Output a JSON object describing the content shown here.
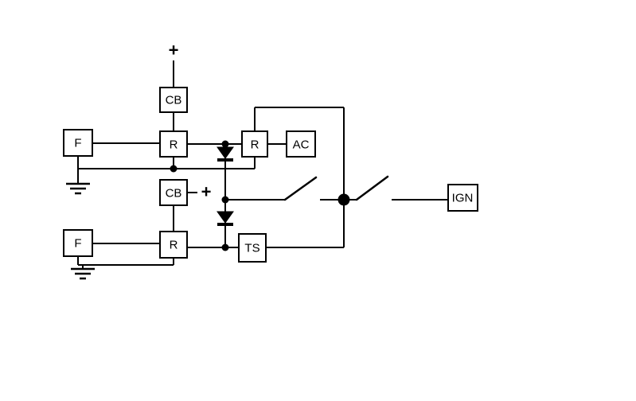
{
  "page": {
    "background": "#ffffff",
    "line_color": "#000000"
  },
  "labels": {
    "cb_top": "CB",
    "relay_top": "R",
    "fuse_top": "F",
    "relay_right": "R",
    "ac": "AC",
    "plus_top": "+",
    "cb_mid": "CB",
    "plus_mid": "+",
    "relay_bottom": "R",
    "fuse_bottom": "F",
    "ts": "TS",
    "ign": "IGN"
  },
  "symbols": {
    "diode_1": "diode-down-icon",
    "diode_2": "diode-down-icon",
    "ground_1": "earth-ground-icon",
    "ground_2": "earth-ground-icon",
    "switch_1": "spst-switch-icon",
    "switch_2": "spst-switch-icon",
    "junction_main": "junction-dot"
  }
}
